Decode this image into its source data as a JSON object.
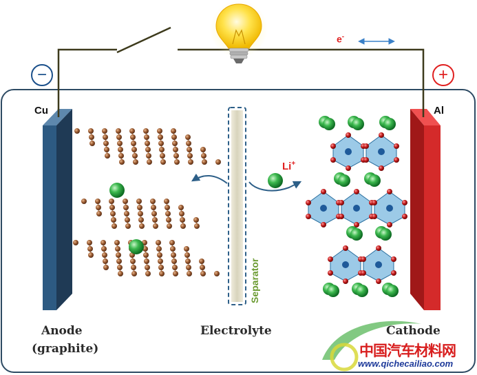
{
  "colors": {
    "negative": "#1a4f8a",
    "positive": "#e02020",
    "anode_plate": "#2d5a82",
    "cathode_plate": "#d42a2a",
    "graphite_atom": "#9a5a30",
    "lithium_ion": "#2fa84a",
    "oxygen_atom": "#c01818",
    "octahedra": "#4a9fd4",
    "separator": "#d8d4bc",
    "electrolyte_arrow": "#2d5f88",
    "watermark_red": "#d81e1e",
    "watermark_blue": "#1e3a9a"
  },
  "icons": [
    "light-bulb-icon",
    "switch-icon",
    "double-arrow-icon",
    "minus-sign-icon",
    "plus-sign-icon"
  ],
  "circuit": {
    "negative_terminal": "−",
    "positive_terminal": "+",
    "electron_label": "e",
    "electron_charge": "-"
  },
  "electrodes": {
    "anode_collector": "Cu",
    "cathode_collector": "Al"
  },
  "ion": {
    "label": "Li",
    "charge": "+"
  },
  "separator_label": "Separator",
  "bottom_labels": {
    "anode_line1": "Anode",
    "anode_line2": "(graphite)",
    "electrolyte": "Electrolyte",
    "cathode": "Cathode"
  },
  "watermark": {
    "brand": "中国汽车材料网",
    "url": "www.qichecailiao.com"
  }
}
